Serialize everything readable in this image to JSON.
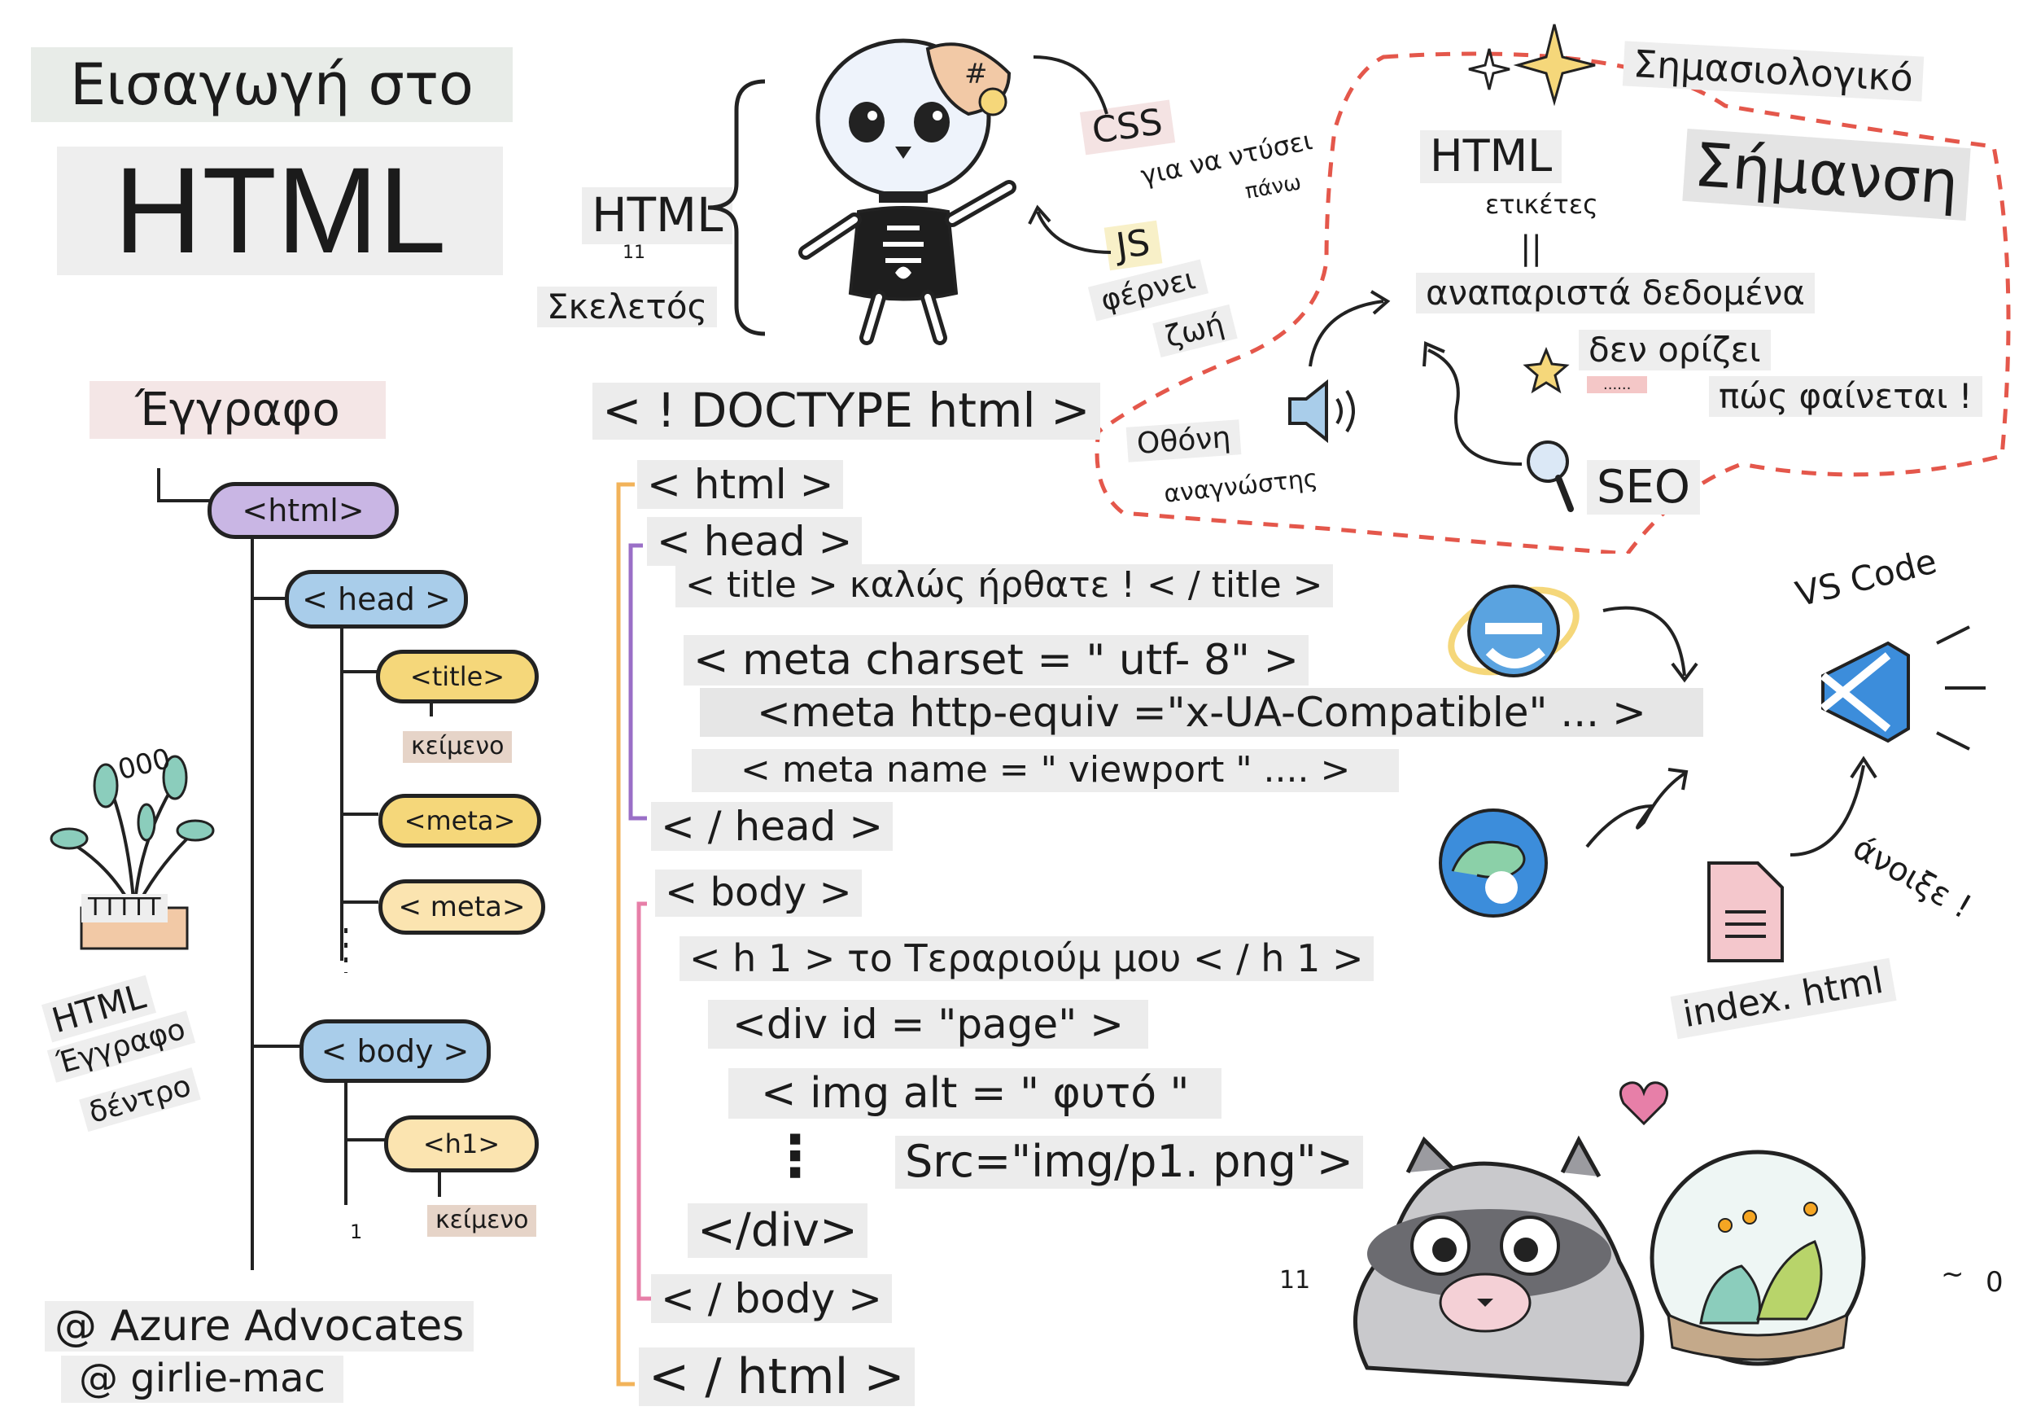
{
  "title": {
    "line1": "Εισαγωγή στο",
    "line2": "HTML"
  },
  "skeleton": {
    "html_label": "HTML",
    "small_mark": "11",
    "skeleton_label": "Σκελετός",
    "hat_mark": "#",
    "css_label": "CSS",
    "css_desc_1": "για να ντύσει",
    "css_desc_2": "πάνω",
    "js_label": "JS",
    "js_desc_1": "φέρνει",
    "js_desc_2": "ζωή"
  },
  "semantic": {
    "title_1": "Σημασιολογικό",
    "title_2": "Σήμανση",
    "html_tags_1": "HTML",
    "html_tags_2": "ετικέτες",
    "equals": "||",
    "represent": "αναπαριστά δεδομένα",
    "not_define": "δεν ορίζει",
    "how_looks": "πώς φαίνεται !",
    "dots": "......",
    "screen_1": "Οθόνη",
    "screen_2": "αναγνώστης",
    "seo": "SEO"
  },
  "tree": {
    "heading": "Έγγραφο",
    "nodes": {
      "html": "<html>",
      "head": "< head >",
      "title": "<title>",
      "title_text": "κείμενο",
      "meta1": "<meta>",
      "meta2": "< meta>",
      "body": "< body >",
      "h1": "<h1>",
      "h1_text": "κείμενο",
      "small_mark": "1"
    },
    "caption_1": "HTML",
    "caption_2": "Έγγραφο",
    "caption_3": "δέντρο",
    "plant_mark_1": "000",
    "plant_mark_2": "TTTTT",
    "colors": {
      "html": "#c9b6e4",
      "head": "#a9cdea",
      "title": "#f5d77a",
      "meta": "#f5d77a",
      "body": "#a9cdea",
      "h1": "#fbe4b0",
      "text": "#e6d4c8"
    }
  },
  "code": {
    "lines": [
      "< ! DOCTYPE html >",
      "< html >",
      "< head >",
      "< title > καλώς ήρθατε ! < / title >",
      "< meta charset = \" utf- 8\" >",
      "<meta http-equiv =\"x-UA-Compatible\" ... >",
      "< meta name = \" viewport \" .... >",
      "< / head >",
      "< body >",
      "< h 1 > το Τεραριούμ μου < / h 1 >",
      "<div id = \"page\" >",
      "< img alt = \" φυτό \"",
      "Src=\"img/p1. png\">",
      "</div>",
      "< / body >",
      "< / html >"
    ],
    "ellipsis": "⋮"
  },
  "tools": {
    "vscode_label": "VS Code",
    "open_label": "άνοιξε !",
    "file_label": "index. html"
  },
  "credits": {
    "line1": "@ Azure Advocates",
    "line2": "@ girlie-mac"
  },
  "corner_marks": {
    "m1": "11",
    "m2": "0",
    "m3": "~"
  },
  "colors": {
    "html_bracket": "#f2b35a",
    "head_bracket": "#9a6fc7",
    "body_bracket": "#e77fa8",
    "dashed_border": "#e4574b",
    "label_bg": "#ececec"
  }
}
